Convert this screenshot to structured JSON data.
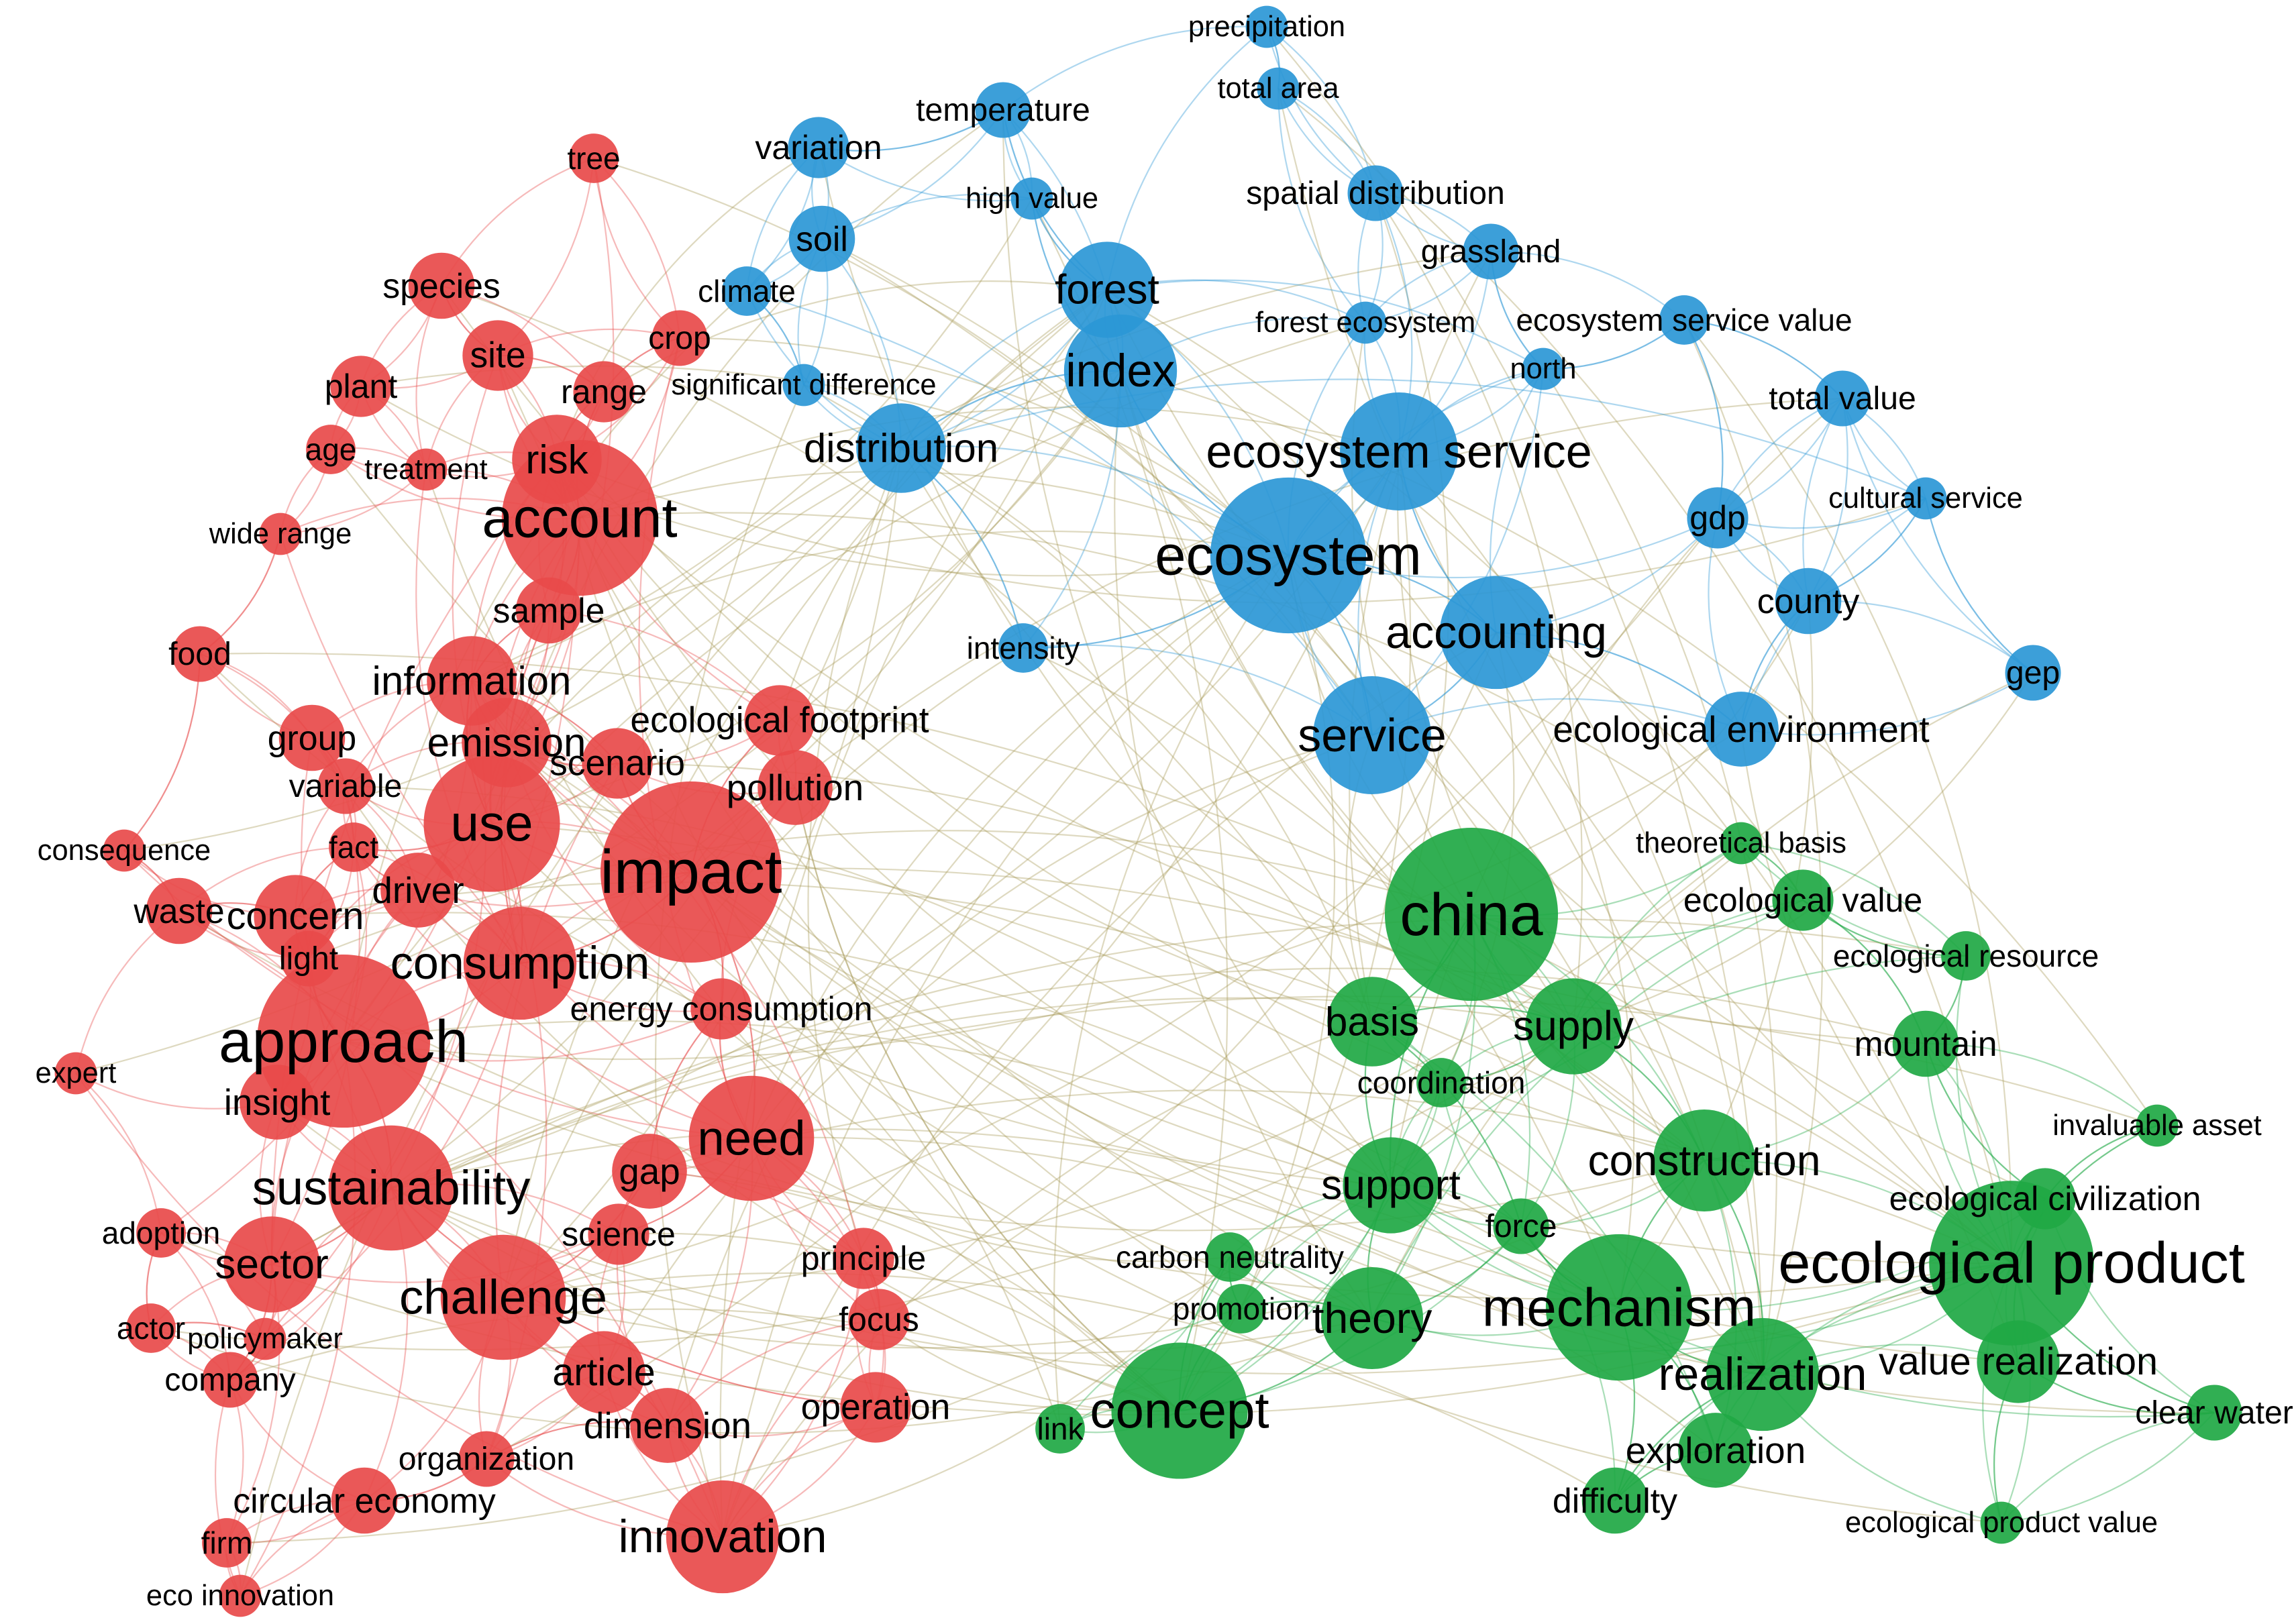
{
  "clusters": [
    {
      "id": "red",
      "color": "#e84a4a"
    },
    {
      "id": "blue",
      "color": "#2b97d6"
    },
    {
      "id": "green",
      "color": "#20a844"
    }
  ],
  "nodes": [
    {
      "label": "precipitation",
      "cluster": "blue",
      "weight": 2
    },
    {
      "label": "total area",
      "cluster": "blue",
      "weight": 2
    },
    {
      "label": "temperature",
      "cluster": "blue",
      "weight": 4
    },
    {
      "label": "variation",
      "cluster": "blue",
      "weight": 5
    },
    {
      "label": "tree",
      "cluster": "red",
      "weight": 3
    },
    {
      "label": "high value",
      "cluster": "blue",
      "weight": 2
    },
    {
      "label": "spatial distribution",
      "cluster": "blue",
      "weight": 4
    },
    {
      "label": "soil",
      "cluster": "blue",
      "weight": 6
    },
    {
      "label": "grassland",
      "cluster": "blue",
      "weight": 4
    },
    {
      "label": "species",
      "cluster": "red",
      "weight": 6
    },
    {
      "label": "climate",
      "cluster": "blue",
      "weight": 3
    },
    {
      "label": "forest",
      "cluster": "blue",
      "weight": 14
    },
    {
      "label": "forest ecosystem",
      "cluster": "blue",
      "weight": 2
    },
    {
      "label": "ecosystem service value",
      "cluster": "blue",
      "weight": 3
    },
    {
      "label": "crop",
      "cluster": "red",
      "weight": 4
    },
    {
      "label": "site",
      "cluster": "red",
      "weight": 7
    },
    {
      "label": "north",
      "cluster": "blue",
      "weight": 2
    },
    {
      "label": "plant",
      "cluster": "red",
      "weight": 5
    },
    {
      "label": "range",
      "cluster": "red",
      "weight": 5
    },
    {
      "label": "significant difference",
      "cluster": "blue",
      "weight": 2
    },
    {
      "label": "index",
      "cluster": "blue",
      "weight": 20
    },
    {
      "label": "total value",
      "cluster": "blue",
      "weight": 4
    },
    {
      "label": "age",
      "cluster": "red",
      "weight": 3
    },
    {
      "label": "treatment",
      "cluster": "red",
      "weight": 2
    },
    {
      "label": "distribution",
      "cluster": "blue",
      "weight": 12
    },
    {
      "label": "risk",
      "cluster": "red",
      "weight": 12
    },
    {
      "label": "ecosystem service",
      "cluster": "blue",
      "weight": 22
    },
    {
      "label": "cultural service",
      "cluster": "blue",
      "weight": 2
    },
    {
      "label": "account",
      "cluster": "red",
      "weight": 40
    },
    {
      "label": "gdp",
      "cluster": "blue",
      "weight": 5
    },
    {
      "label": "wide range",
      "cluster": "red",
      "weight": 2
    },
    {
      "label": "ecosystem",
      "cluster": "blue",
      "weight": 40
    },
    {
      "label": "county",
      "cluster": "blue",
      "weight": 6
    },
    {
      "label": "sample",
      "cluster": "red",
      "weight": 6
    },
    {
      "label": "accounting",
      "cluster": "blue",
      "weight": 20
    },
    {
      "label": "food",
      "cluster": "red",
      "weight": 4
    },
    {
      "label": "intensity",
      "cluster": "blue",
      "weight": 3
    },
    {
      "label": "gep",
      "cluster": "blue",
      "weight": 4
    },
    {
      "label": "information",
      "cluster": "red",
      "weight": 12
    },
    {
      "label": "ecological footprint",
      "cluster": "red",
      "weight": 7
    },
    {
      "label": "group",
      "cluster": "red",
      "weight": 6
    },
    {
      "label": "emission",
      "cluster": "red",
      "weight": 12
    },
    {
      "label": "ecological environment",
      "cluster": "blue",
      "weight": 8
    },
    {
      "label": "service",
      "cluster": "blue",
      "weight": 22
    },
    {
      "label": "scenario",
      "cluster": "red",
      "weight": 7
    },
    {
      "label": "variable",
      "cluster": "red",
      "weight": 4
    },
    {
      "label": "pollution",
      "cluster": "red",
      "weight": 8
    },
    {
      "label": "use",
      "cluster": "red",
      "weight": 30
    },
    {
      "label": "consequence",
      "cluster": "red",
      "weight": 2
    },
    {
      "label": "fact",
      "cluster": "red",
      "weight": 3
    },
    {
      "label": "theoretical basis",
      "cluster": "green",
      "weight": 2
    },
    {
      "label": "impact",
      "cluster": "red",
      "weight": 55
    },
    {
      "label": "driver",
      "cluster": "red",
      "weight": 8
    },
    {
      "label": "china",
      "cluster": "green",
      "weight": 50
    },
    {
      "label": "ecological value",
      "cluster": "green",
      "weight": 5
    },
    {
      "label": "waste",
      "cluster": "red",
      "weight": 6
    },
    {
      "label": "concern",
      "cluster": "red",
      "weight": 10
    },
    {
      "label": "consumption",
      "cluster": "red",
      "weight": 20
    },
    {
      "label": "light",
      "cluster": "red",
      "weight": 4
    },
    {
      "label": "ecological resource",
      "cluster": "green",
      "weight": 3
    },
    {
      "label": "energy consumption",
      "cluster": "red",
      "weight": 5
    },
    {
      "label": "basis",
      "cluster": "green",
      "weight": 12
    },
    {
      "label": "supply",
      "cluster": "green",
      "weight": 14
    },
    {
      "label": "approach",
      "cluster": "red",
      "weight": 50
    },
    {
      "label": "mountain",
      "cluster": "green",
      "weight": 6
    },
    {
      "label": "expert",
      "cluster": "red",
      "weight": 2
    },
    {
      "label": "coordination",
      "cluster": "green",
      "weight": 3
    },
    {
      "label": "insight",
      "cluster": "red",
      "weight": 8
    },
    {
      "label": "invaluable asset",
      "cluster": "green",
      "weight": 2
    },
    {
      "label": "need",
      "cluster": "red",
      "weight": 25
    },
    {
      "label": "gap",
      "cluster": "red",
      "weight": 8
    },
    {
      "label": "construction",
      "cluster": "green",
      "weight": 16
    },
    {
      "label": "sustainability",
      "cluster": "red",
      "weight": 25
    },
    {
      "label": "support",
      "cluster": "green",
      "weight": 14
    },
    {
      "label": "ecological civilization",
      "cluster": "green",
      "weight": 5
    },
    {
      "label": "adoption",
      "cluster": "red",
      "weight": 3
    },
    {
      "label": "science",
      "cluster": "red",
      "weight": 5
    },
    {
      "label": "force",
      "cluster": "green",
      "weight": 4
    },
    {
      "label": "principle",
      "cluster": "red",
      "weight": 5
    },
    {
      "label": "carbon neutrality",
      "cluster": "green",
      "weight": 3
    },
    {
      "label": "ecological product",
      "cluster": "green",
      "weight": 45
    },
    {
      "label": "sector",
      "cluster": "red",
      "weight": 14
    },
    {
      "label": "challenge",
      "cluster": "red",
      "weight": 25
    },
    {
      "label": "mechanism",
      "cluster": "green",
      "weight": 35
    },
    {
      "label": "promotion",
      "cluster": "green",
      "weight": 3
    },
    {
      "label": "theory",
      "cluster": "green",
      "weight": 16
    },
    {
      "label": "actor",
      "cluster": "red",
      "weight": 3
    },
    {
      "label": "focus",
      "cluster": "red",
      "weight": 5
    },
    {
      "label": "policymaker",
      "cluster": "red",
      "weight": 2
    },
    {
      "label": "value realization",
      "cluster": "green",
      "weight": 10
    },
    {
      "label": "company",
      "cluster": "red",
      "weight": 4
    },
    {
      "label": "article",
      "cluster": "red",
      "weight": 10
    },
    {
      "label": "realization",
      "cluster": "green",
      "weight": 20
    },
    {
      "label": "concept",
      "cluster": "green",
      "weight": 30
    },
    {
      "label": "clear water",
      "cluster": "green",
      "weight": 4
    },
    {
      "label": "dimension",
      "cluster": "red",
      "weight": 8
    },
    {
      "label": "operation",
      "cluster": "red",
      "weight": 7
    },
    {
      "label": "link",
      "cluster": "green",
      "weight": 3
    },
    {
      "label": "exploration",
      "cluster": "green",
      "weight": 8
    },
    {
      "label": "organization",
      "cluster": "red",
      "weight": 4
    },
    {
      "label": "circular economy",
      "cluster": "red",
      "weight": 6
    },
    {
      "label": "difficulty",
      "cluster": "green",
      "weight": 6
    },
    {
      "label": "innovation",
      "cluster": "red",
      "weight": 20
    },
    {
      "label": "firm",
      "cluster": "red",
      "weight": 3
    },
    {
      "label": "ecological product value",
      "cluster": "green",
      "weight": 2
    },
    {
      "label": "eco innovation",
      "cluster": "red",
      "weight": 2
    }
  ]
}
